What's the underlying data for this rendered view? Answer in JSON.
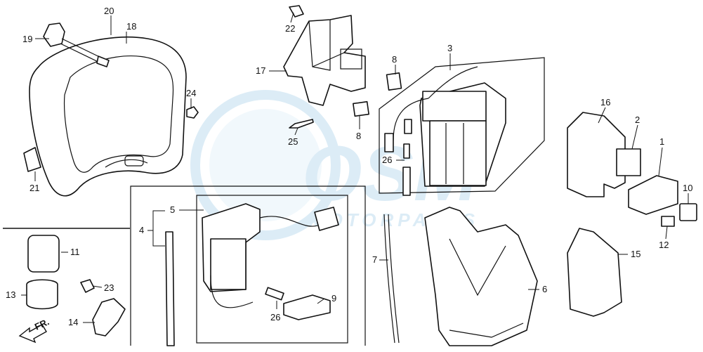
{
  "watermark": {
    "brand": "OSM",
    "subtitle": "MOTORPARTS"
  },
  "direction_label": "FR.",
  "callouts": {
    "c1": "1",
    "c2": "2",
    "c3": "3",
    "c4": "4",
    "c5": "5",
    "c6": "6",
    "c7": "7",
    "c8a": "8",
    "c8b": "8",
    "c9": "9",
    "c10": "10",
    "c11": "11",
    "c12": "12",
    "c13": "13",
    "c14": "14",
    "c15": "15",
    "c16": "16",
    "c17": "17",
    "c18": "18",
    "c19": "19",
    "c20": "20",
    "c21": "21",
    "c22": "22",
    "c23": "23",
    "c24": "24",
    "c25": "25",
    "c26a": "26",
    "c26b": "26"
  }
}
